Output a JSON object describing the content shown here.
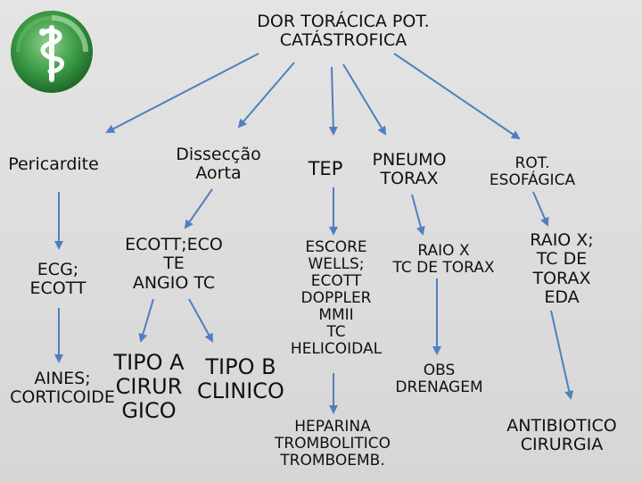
{
  "root": "DOR TORÁCICA POT.\nCATÁSTROFICA",
  "branches": {
    "pericardite": {
      "title": "Pericardite",
      "exams": "ECG;\nECOTT",
      "treatment": "AINES;\nCORTICOIDE"
    },
    "disseccao": {
      "title": "Dissecção\nAorta",
      "exams": "ECOTT;ECO\nTE\nANGIO TC",
      "type_a": "TIPO A\nCIRUR\nGICO",
      "type_b": "TIPO B\nCLINICO"
    },
    "tep": {
      "title": "TEP",
      "exams": "ESCORE\nWELLS;\nECOTT\nDOPPLER\nMMII\nTC\nHELICOIDAL",
      "treatment": "HEPARINA\nTROMBOLITICO\nTROMBOEMB."
    },
    "pneumo": {
      "title": "PNEUMO\nTORAX",
      "exams": "RAIO X\nTC DE TORAX",
      "treatment": "OBS\nDRENAGEM"
    },
    "rot": {
      "title": "ROT.\nESOFÁGICA",
      "exams": "RAIO X;\nTC DE\nTORAX\nEDA",
      "treatment": "ANTIBIOTICO\nCIRURGIA"
    }
  },
  "colors": {
    "arrow": "#4f7fbf",
    "background": "#d9d9d9",
    "text": "#111111",
    "logo_green": "#2f8a3a"
  },
  "icons": {
    "logo": "caduceus-snake-icon"
  }
}
